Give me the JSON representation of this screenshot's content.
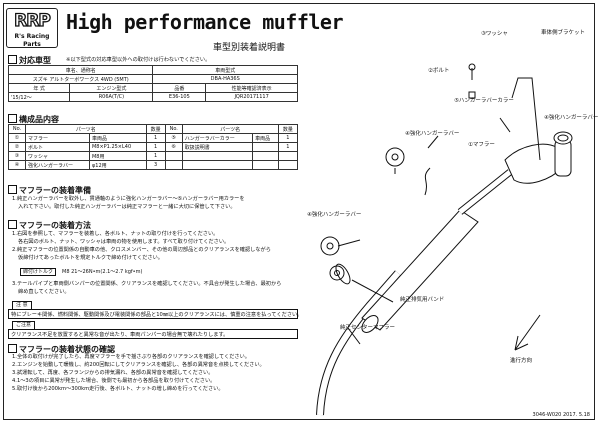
{
  "logo": {
    "mark": "RRP",
    "sub": "R's Racing Parts"
  },
  "title": "High performance muffler",
  "subtitle": "車型別装着説明書",
  "vehicle": {
    "heading": "対応車型",
    "note": "※以下型式の対応車型以外への取付けは行わないでください。",
    "header1": [
      "車名、通称名",
      "車両型式"
    ],
    "row1": [
      "スズキ アルトターボワークス 4WD (5MT)",
      "DBA-HA36S"
    ],
    "header2": [
      "年 式",
      "エンジン型式",
      "品番",
      "性能等確認済表示"
    ],
    "row2": [
      "'15/12〜",
      "R06A(T/C)",
      "E36-105",
      "JQR20171117"
    ]
  },
  "parts": {
    "heading": "構成品内容",
    "header": [
      "No.",
      "パーツ名",
      "数量",
      "No.",
      "パーツ名",
      "数量"
    ],
    "rows": [
      [
        "①",
        "マフラー",
        "車両品",
        "1",
        "⑤",
        "ハンガーラバーカラー",
        "車両品",
        "1"
      ],
      [
        "②",
        "ボルト",
        "M8×P1.25×L40",
        "1",
        "⑥",
        "取扱説明書",
        "",
        "1"
      ],
      [
        "③",
        "ワッシャ",
        "M8用",
        "1",
        "",
        "",
        "",
        ""
      ],
      [
        "④",
        "強化ハンガーラバー",
        "φ12用",
        "3",
        "",
        "",
        "",
        ""
      ]
    ]
  },
  "prep": {
    "heading": "マフラーの装着準備",
    "lines": [
      "1.純正ハンガーラバーを取外し、貫通軸のように強化ハンガーラバー〜⑤ハンガーラバー用カラーを",
      "入れて下さい。取付した純正ハンガーラバーは純正マフラーと一緒に大切に保管して下さい。"
    ]
  },
  "install": {
    "heading": "マフラーの装着方法",
    "lines": [
      "1.右図を参照して、マフラーを装着し、各ボルト、ナットの取り付けを行ってください。",
      "各右図のボルト、ナット、ワッシャは車両の物を使用します。すべて取り付けてください。",
      "2.純正マフラーの位置関係の自動車の他、クロスメンバー、その他の周辺部品とのクリアランスを確認しながら",
      "仮締付けてあったボルトを規定トルクで締め付けてください。"
    ],
    "torque_label": "締付けトルク",
    "torque_value": "M8  21〜26N•m(2.1〜2.7 kgf•m)",
    "lines2": [
      "3.テールパイプと車両側バンパーの位置関係、クリアランスを確認してください。不具合が発生した場合、最初から",
      "締め直してください。"
    ],
    "caution1": "注 意",
    "caution1_text": "特にブレーキ関係、燃料関係、駆動関係及び電装関係の部品と10㎜以上のクリアランスには、慎重の注意を払ってください。",
    "caution2": "ご注意",
    "caution2_text": "クリアランス不足を放置すると異常な音が出たり、車両パンパーの場合無で壊れたりします。"
  },
  "confirm": {
    "heading": "マフラーの装着状態の確認",
    "lines": [
      "1.全体の取付けが完了したら、再度マフラーを手で揺さぶり各部のクリアランスを確認してください。",
      "2.エンジンを始動して暖機し、約200回転にしてクリアランスを確認し、各部の異常音を点検してください。",
      "3.試運転して、再度、各フランジからの排気漏れ、各部の異常音を確認してください。",
      "4.1〜3の項目に異常が発生した場合、後側でも最初から各部品を取り付けてください。",
      "5.取付け後から200km〜300km走行後、各ボルト、ナットの増し締めを行ってください。"
    ]
  },
  "diagram": {
    "labels": {
      "bracket": "車体側ブラケット",
      "washer": "③ワッシャ",
      "bolt": "②ボルト",
      "collar": "⑤ハンガーラバーカラー",
      "hanger_top": "④強化ハンガーラバー",
      "muffler": "①マフラー",
      "hanger_mid": "④強化ハンガーラバー",
      "hanger_low": "④強化ハンガーラバー",
      "band": "純正排気用バンド",
      "center": "純正センターマフラー",
      "direction": "進行方向"
    }
  },
  "footer": "3046-W020   2017. 5.18"
}
